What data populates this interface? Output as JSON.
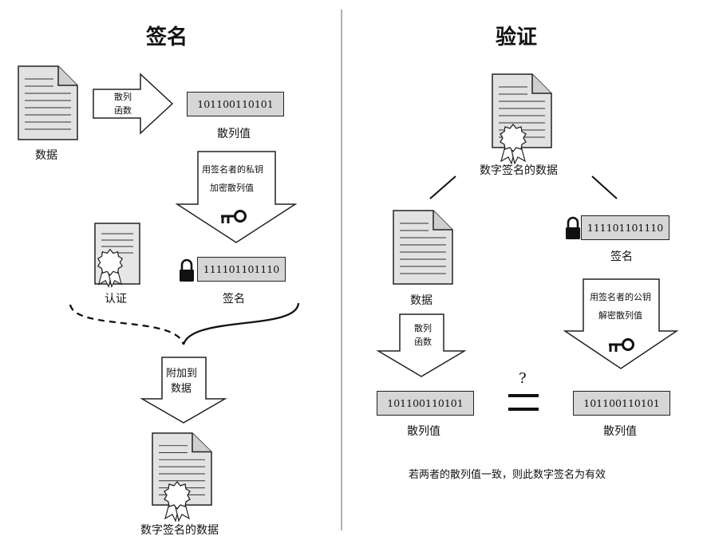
{
  "sign": {
    "title": "签名",
    "data_label": "数据",
    "hash_function_line1": "散列",
    "hash_function_line2": "函数",
    "hash_bits": "101100110101",
    "hash_label": "散列值",
    "encrypt_line1": "用签名者的私钥",
    "encrypt_line2": "加密散列值",
    "cert_label": "认证",
    "signature_bits": "111101101110",
    "signature_label": "签名",
    "attach_line1": "附加到",
    "attach_line2": "数据",
    "signed_data_label": "数字签名的数据"
  },
  "verify": {
    "title": "验证",
    "signed_data_label": "数字签名的数据",
    "data_label": "数据",
    "signature_bits": "111101101110",
    "signature_label": "签名",
    "hash_function_line1": "散列",
    "hash_function_line2": "函数",
    "decrypt_line1": "用签名者的公钥",
    "decrypt_line2": "解密散列值",
    "question_mark": "?",
    "hash_bits_left": "101100110101",
    "hash_label_left": "散列值",
    "hash_bits_right": "101100110101",
    "hash_label_right": "散列值",
    "conclusion": "若两者的散列值一致，则此数字签名为有效"
  },
  "icons": [
    "document-icon",
    "certificate-icon",
    "lock-icon",
    "key-icon",
    "seal-icon"
  ],
  "colors": {
    "box_fill": "#d6d6d6",
    "doc_fill": "#e2e2e2",
    "line": "#222222",
    "divider": "#9a9a9a"
  }
}
